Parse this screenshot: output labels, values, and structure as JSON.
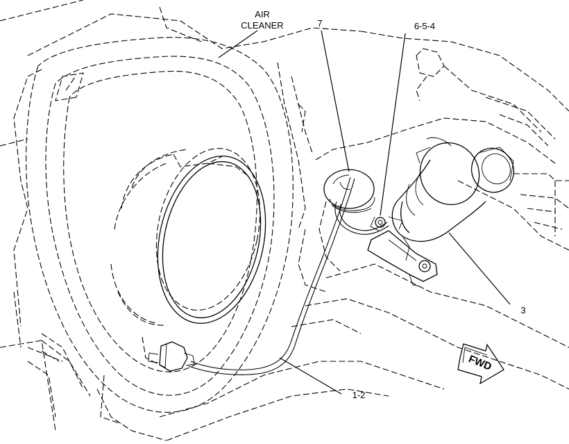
{
  "labels": {
    "air_cleaner_line1": "AIR",
    "air_cleaner_line2": "CLEANER",
    "callout_7": "7",
    "callout_654": "6-5-4",
    "callout_3": "3",
    "callout_12": "1-2",
    "fwd": "FWD"
  },
  "colors": {
    "line": "#000000",
    "background": "#ffffff"
  }
}
